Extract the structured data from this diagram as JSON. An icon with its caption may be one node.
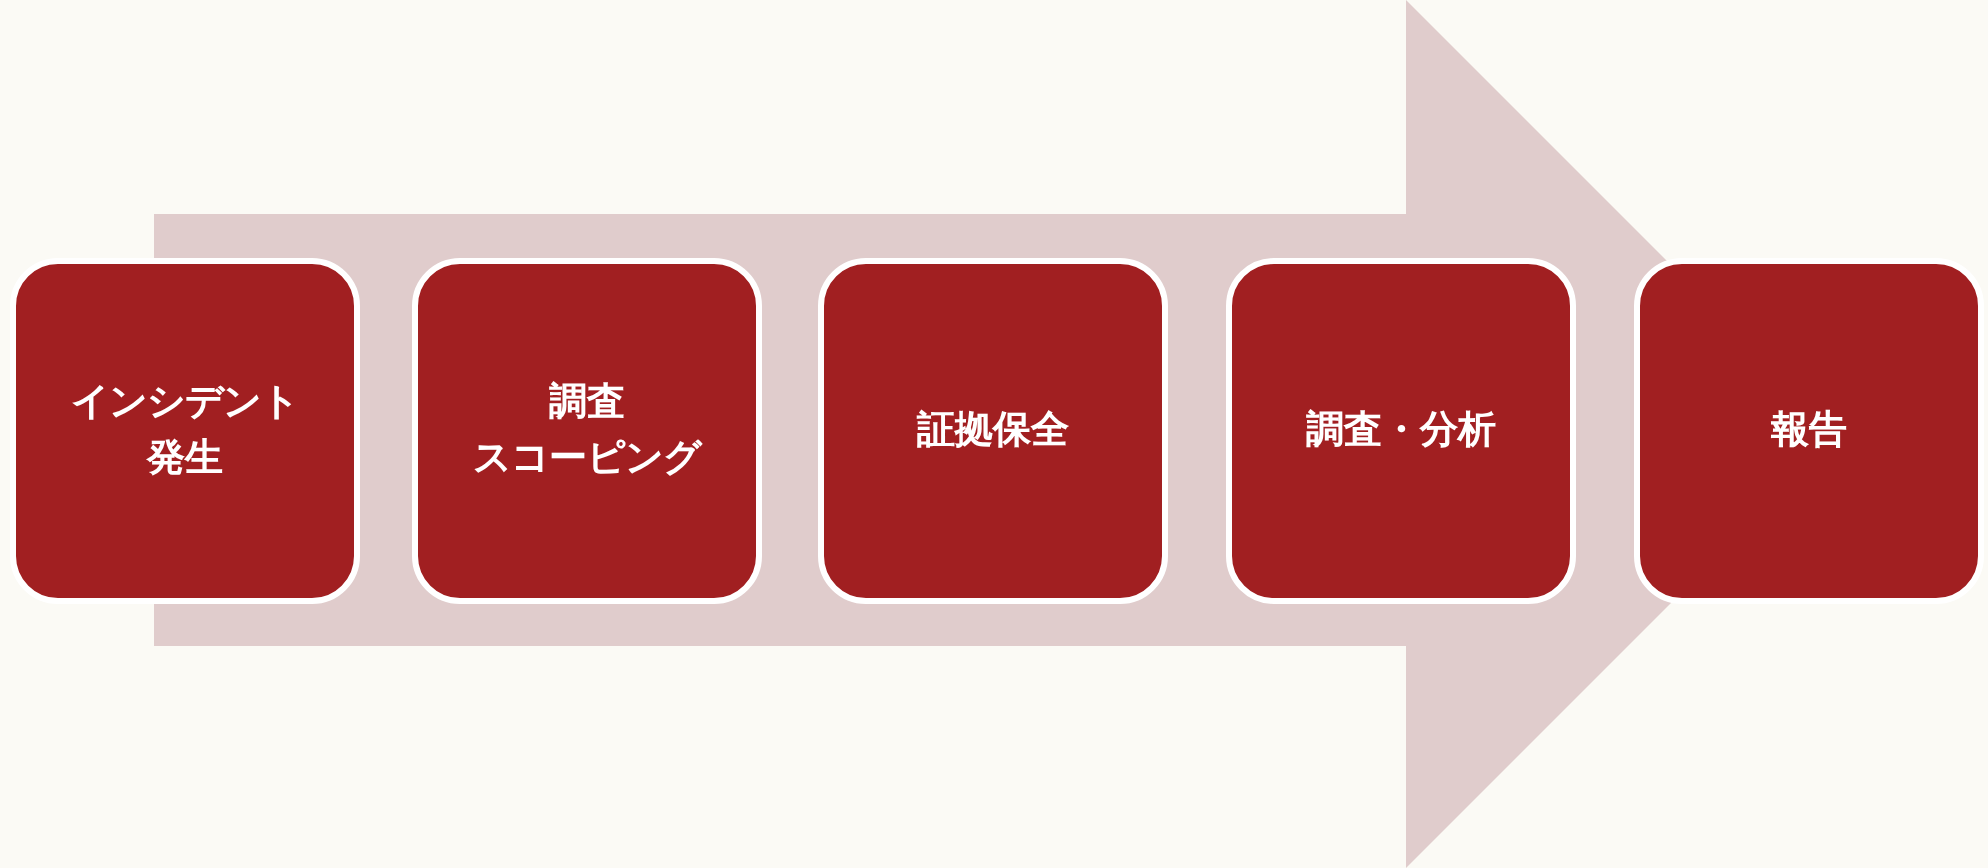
{
  "diagram": {
    "nodes": [
      {
        "text": [
          "インシデント発生"
        ]
      },
      {
        "text": [
          "調査スコーピング"
        ]
      },
      {
        "text": [
          "証拠保全"
        ]
      },
      {
        "text": [
          "調査・分析"
        ]
      },
      {
        "text": [
          "報告"
        ]
      }
    ],
    "edges": [
      {
        "from": 0,
        "to": 4,
        "arrow": "to"
      }
    ]
  }
}
